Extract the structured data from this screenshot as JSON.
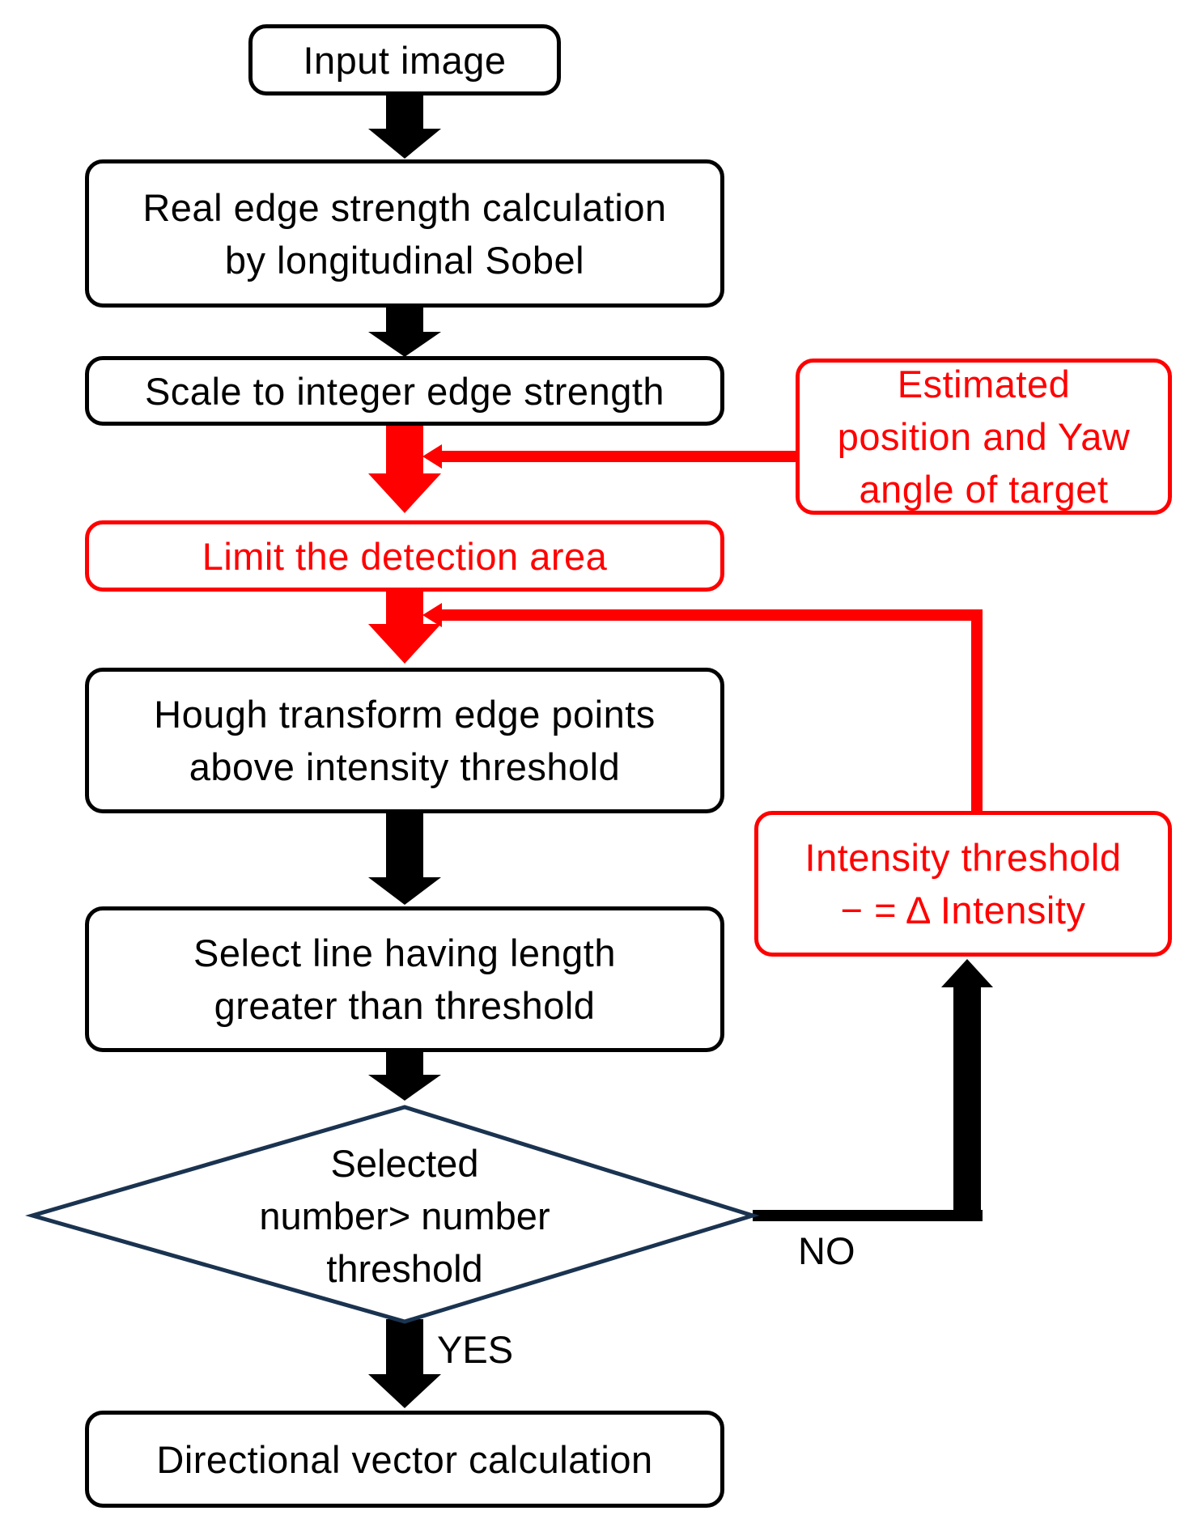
{
  "nodes": {
    "input_image": {
      "lines": [
        "Input image"
      ]
    },
    "edge_strength": {
      "lines": [
        "Real edge strength calculation",
        "by longitudinal Sobel"
      ]
    },
    "scale": {
      "lines": [
        "Scale to integer edge strength"
      ]
    },
    "estimated": {
      "lines": [
        "Estimated",
        "position and Yaw",
        "angle of target"
      ]
    },
    "limit_area": {
      "lines": [
        "Limit the detection area"
      ]
    },
    "hough": {
      "lines": [
        "Hough transform edge points",
        "above intensity threshold"
      ]
    },
    "select_line": {
      "lines": [
        "Select line having length",
        "greater than threshold"
      ]
    },
    "intensity_update": {
      "lines": [
        "Intensity threshold",
        "− = Δ Intensity"
      ]
    },
    "decision": {
      "lines": [
        "Selected",
        "number> number",
        "threshold"
      ]
    },
    "directional": {
      "lines": [
        "Directional vector calculation"
      ]
    }
  },
  "edge_labels": {
    "yes": "YES",
    "no": "NO"
  },
  "colors": {
    "black": "#000000",
    "red": "#ff0000",
    "diamond_stroke": "#1a3350",
    "background": "#ffffff"
  }
}
